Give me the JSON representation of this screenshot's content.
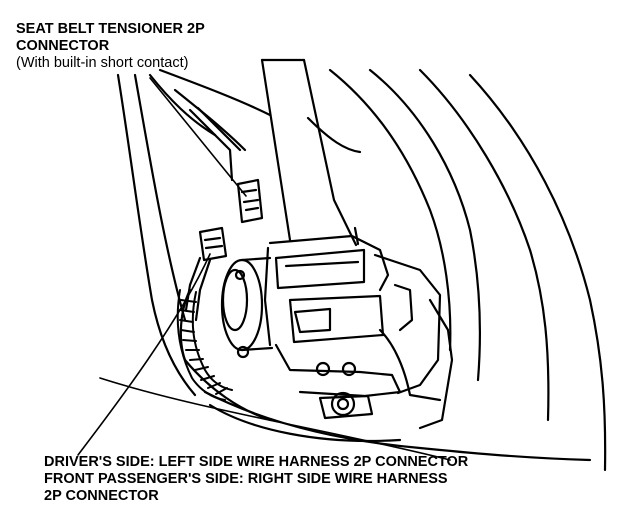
{
  "top_callout": {
    "line1": "SEAT BELT TENSIONER 2P",
    "line2": "CONNECTOR",
    "line3": "(With built-in short contact)"
  },
  "bottom_callout": {
    "line1": "DRIVER'S SIDE: LEFT SIDE WIRE HARNESS 2P CONNECTOR",
    "line2": "FRONT PASSENGER'S SIDE: RIGHT SIDE WIRE HARNESS",
    "line3": "2P CONNECTOR"
  }
}
